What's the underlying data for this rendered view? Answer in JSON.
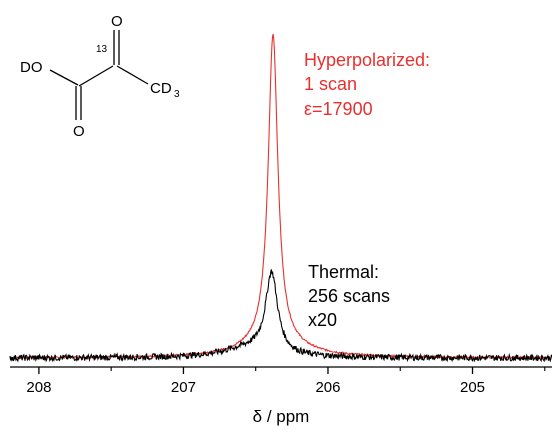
{
  "chart_data": {
    "type": "line",
    "title": "",
    "xlabel": "δ / ppm",
    "ylabel": "",
    "xlim": [
      208.2,
      204.45
    ],
    "x_reversed": true,
    "ylim": [
      0,
      1
    ],
    "grid": false,
    "x_ticks": [
      208,
      207,
      206,
      205
    ],
    "colors": {
      "hyperpolarized": "#e8312f",
      "thermal": "#000000"
    },
    "annotations": {
      "hyperpolarized": [
        "Hyperpolarized:",
        "1 scan",
        "ε=17900"
      ],
      "thermal": [
        "Thermal:",
        "256 scans",
        "x20"
      ]
    },
    "molecule": {
      "labels": [
        "DO",
        "O",
        "O",
        "CD",
        "3",
        "13"
      ]
    },
    "series": [
      {
        "name": "Hyperpolarized: 1 scan",
        "peak_center": 206.38,
        "peak_height": 1.0,
        "peak_width": 0.04,
        "baseline": 0.0
      },
      {
        "name": "Thermal: 256 scans x20",
        "peak_center": 206.39,
        "peak_height": 0.26,
        "peak_width": 0.05,
        "baseline": 0.0
      }
    ]
  }
}
